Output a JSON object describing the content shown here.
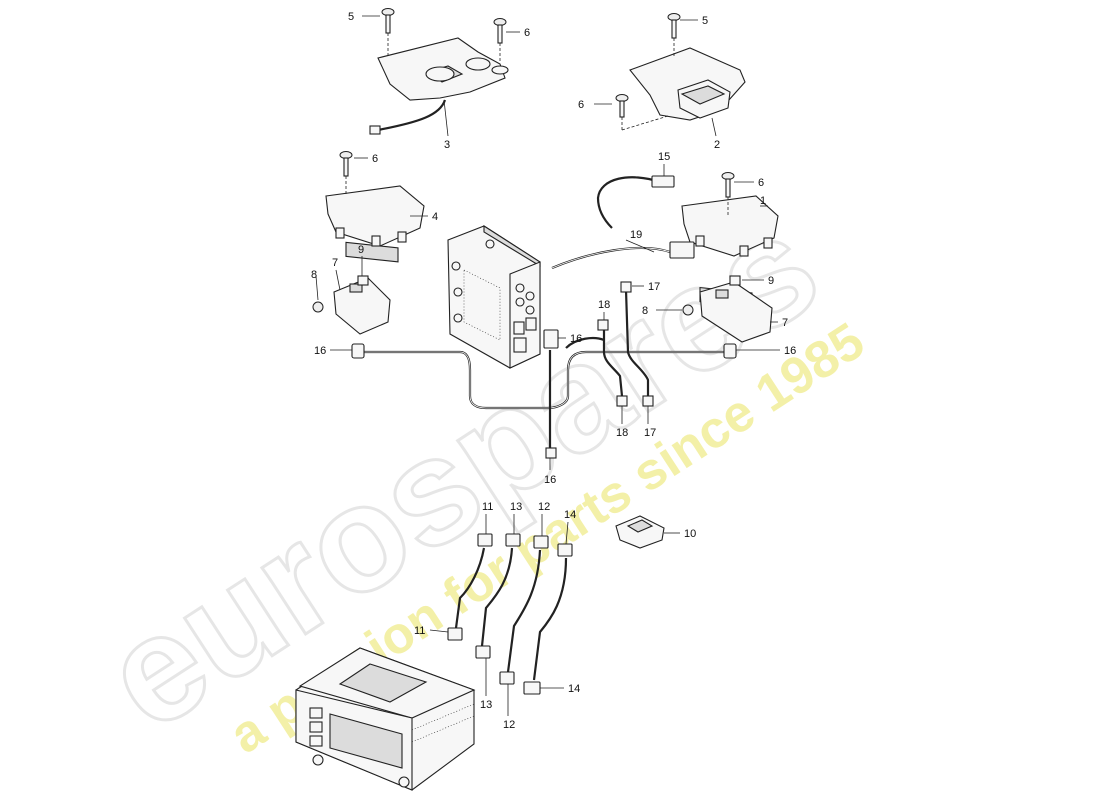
{
  "watermark": {
    "brand": "eurospares",
    "tagline": "a passion for parts since 1985",
    "brand_color": "#e6e6e6",
    "tagline_color": "#f2ee9a"
  },
  "callouts": {
    "c1": "1",
    "c2": "2",
    "c3": "3",
    "c4": "4",
    "c5a": "5",
    "c5b": "5",
    "c6a": "6",
    "c6b": "6",
    "c6c": "6",
    "c6d": "6",
    "c7a": "7",
    "c7b": "7",
    "c8a": "8",
    "c8b": "8",
    "c9a": "9",
    "c9b": "9",
    "c10": "10",
    "c11a": "11",
    "c11b": "11",
    "c12a": "12",
    "c12b": "12",
    "c13a": "13",
    "c13b": "13",
    "c14a": "14",
    "c14b": "14",
    "c15": "15",
    "c16a": "16",
    "c16b": "16",
    "c16c": "16",
    "c16d": "16",
    "c17a": "17",
    "c17b": "17",
    "c18a": "18",
    "c18b": "18",
    "c19": "19"
  },
  "icons": {
    "screw": "screw-icon",
    "connector": "connector-icon"
  }
}
